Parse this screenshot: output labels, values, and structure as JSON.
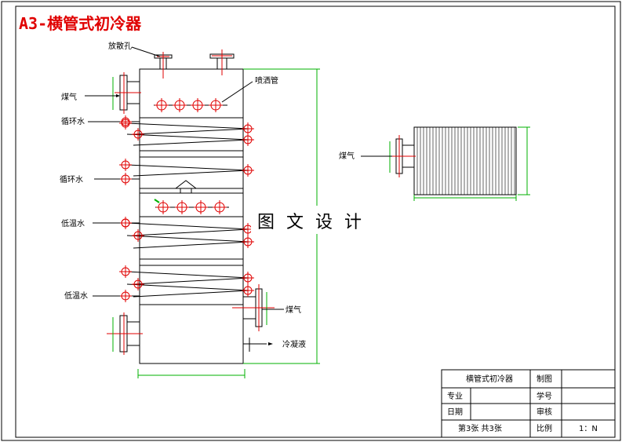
{
  "drawing": {
    "title": "A3-横管式初冷器",
    "watermark": "图 文 设 计",
    "labels": {
      "vent": "放散孔",
      "spray_pipe": "喷洒管",
      "gas_in": "煤气",
      "circ_water_1": "循环水",
      "circ_water_2": "循环水",
      "low_temp_water_1": "低温水",
      "low_temp_water_2": "低温水",
      "gas_out": "煤气",
      "condensate": "冷凝液",
      "side_gas": "煤气"
    }
  },
  "title_block": {
    "name": "横管式初冷器",
    "drawn_by_label": "制图",
    "major_label": "专业",
    "student_no_label": "学号",
    "date_label": "日期",
    "review_label": "审核",
    "sheet_info": "第3张  共3张",
    "scale_label": "比例",
    "scale_value": "1：N"
  },
  "colors": {
    "outline": "#000000",
    "pipe": "#e00000",
    "dimension": "#00b000",
    "title": "#e00000"
  }
}
